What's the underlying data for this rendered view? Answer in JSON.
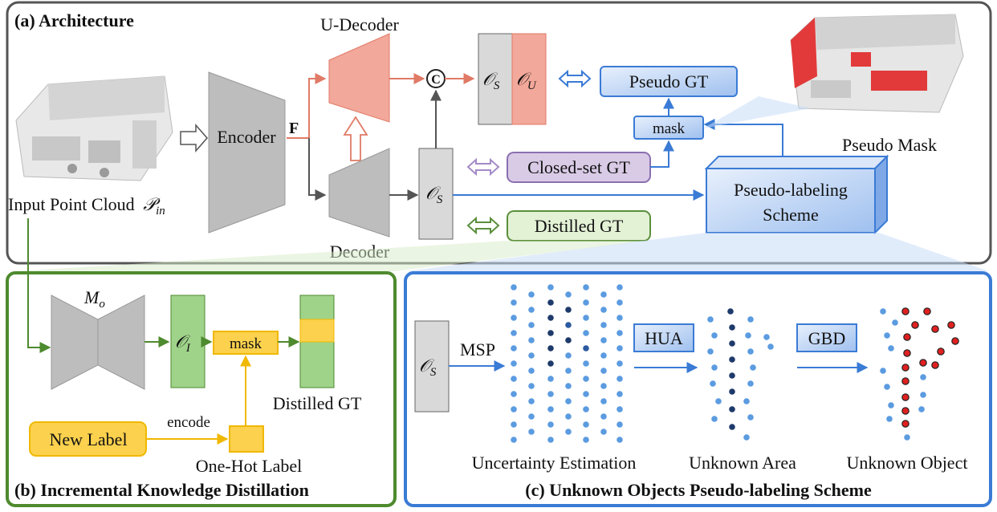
{
  "sections": {
    "a_title": "(a) Architecture",
    "b_title": "(b) Incremental Knowledge Distillation",
    "c_title": "(c) Unknown Objects Pseudo-labeling Scheme"
  },
  "architecture": {
    "input_label": "Input Point Cloud",
    "input_symbol": "𝒫",
    "input_sub": "in",
    "encoder": "Encoder",
    "feature": "F",
    "u_decoder": "U-Decoder",
    "decoder": "Decoder",
    "concat_symbol": "C",
    "out_s": "𝒪",
    "out_s_sub": "S",
    "out_u": "𝒪",
    "out_u_sub": "U",
    "pseudo_gt": "Pseudo GT",
    "mask": "mask",
    "closed_set_gt": "Closed-set GT",
    "distilled_gt": "Distilled GT",
    "scheme_line1": "Pseudo-labeling",
    "scheme_line2": "Scheme",
    "pseudo_mask": "Pseudo Mask"
  },
  "distillation": {
    "model": "M",
    "model_sub": "o",
    "out_i": "𝒪",
    "out_i_sub": "I",
    "mask": "mask",
    "distilled_gt": "Distilled GT",
    "new_label": "New Label",
    "encode": "encode",
    "one_hot": "One-Hot Label"
  },
  "pseudo_labeling": {
    "out_s": "𝒪",
    "out_s_sub": "S",
    "msp": "MSP",
    "hua": "HUA",
    "gbd": "GBD",
    "uncertainty": "Uncertainty Estimation",
    "unknown_area": "Unknown Area",
    "unknown_object": "Unknown Object"
  },
  "colors": {
    "panel_a_border": "#555555",
    "panel_b_border": "#5a8f3c",
    "panel_c_border": "#3a7bd5",
    "gray_block": "#bdbdbd",
    "red_block": "#f2a89a",
    "green_block": "#9fd38a",
    "yellow": "#fcd14d",
    "blue_box": "#c9dcf7",
    "purple_box": "#d9cbe6",
    "green_box": "#e3f1d5",
    "dot_light": "#5b9be0",
    "dot_dark": "#1e3a6b",
    "dot_red": "#e02020"
  }
}
